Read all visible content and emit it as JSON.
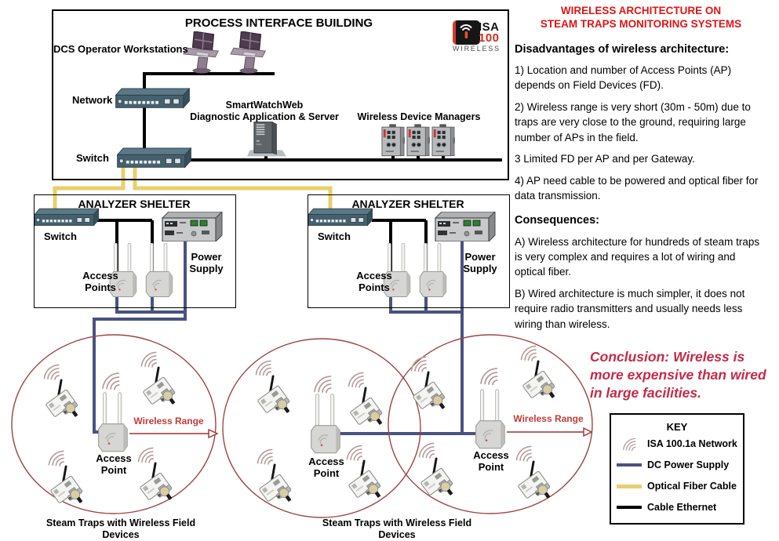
{
  "header": {
    "title": "WIRELESS ARCHITECTURE ON\nSTEAM TRAPS MONITORING SYSTEMS"
  },
  "building": {
    "title": "PROCESS INTERFACE BUILDING",
    "dcs_label": "DCS Operator Workstations",
    "network_label": "Network",
    "switch_label": "Switch",
    "smartwatch_label": "SmartWatchWeb\nDiagnostic Application & Server",
    "wdm_label": "Wireless Device Managers",
    "logo": {
      "isa": "ISA",
      "hundred": "100",
      "wireless": "WIRELESS"
    }
  },
  "shelter_left": {
    "title": "ANALYZER SHELTER",
    "switch_label": "Switch",
    "ap_label": "Access Points",
    "ps_label": "Power Supply"
  },
  "shelter_right": {
    "title": "ANALYZER SHELTER",
    "switch_label": "Switch",
    "ap_label": "Access Points",
    "ps_label": "Power Supply"
  },
  "field": {
    "left": {
      "ap_label": "Access Point",
      "range_label": "Wireless Range"
    },
    "middle": {
      "ap_label": "Access Point"
    },
    "right": {
      "ap_label": "Access Point",
      "range_label": "Wireless Range"
    },
    "caption_left": "Steam Traps with Wireless Field Devices",
    "caption_right": "Steam Traps with Wireless Field Devices"
  },
  "sidebar": {
    "disadvantages_heading": "Disadvantages of wireless architecture:",
    "disadvantages": [
      "1) Location and number of Access Points (AP) depends on Field Devices (FD).",
      "2) Wireless range is very short (30m - 50m) due to traps are very close to the ground, requiring large number of APs in the field.",
      "3 Limited FD per AP and per Gateway.",
      "4) AP need cable to be powered and optical fiber for data transmission."
    ],
    "consequences_heading": "Consequences:",
    "consequences": [
      "A) Wireless architecture for hundreds of steam traps is very complex and requires a lot of wiring and optical fiber.",
      "B) Wired architecture is much simpler, it does not require radio transmitters and usually needs less wiring than wireless."
    ],
    "conclusion": "Conclusion: Wireless is more expensive than wired in large facilities."
  },
  "key": {
    "title": "KEY",
    "entries": [
      {
        "icon": "isa-network-arcs-icon",
        "label": "ISA 100.1a Network"
      },
      {
        "icon": "dc-power-line-icon",
        "label": "DC Power Supply"
      },
      {
        "icon": "optical-fiber-line-icon",
        "label": "Optical Fiber Cable"
      },
      {
        "icon": "ethernet-line-icon",
        "label": "Cable Ethernet"
      }
    ]
  },
  "colors": {
    "title_red": "#e01515",
    "conclusion_red": "#c42b47",
    "range_red": "#c03a3a",
    "dc_power": "#4a5280",
    "optical_fiber": "#e9cf6a",
    "ethernet": "#000000",
    "wireless_arcs": "#b79d9d",
    "range_circle": "#9c4343"
  }
}
